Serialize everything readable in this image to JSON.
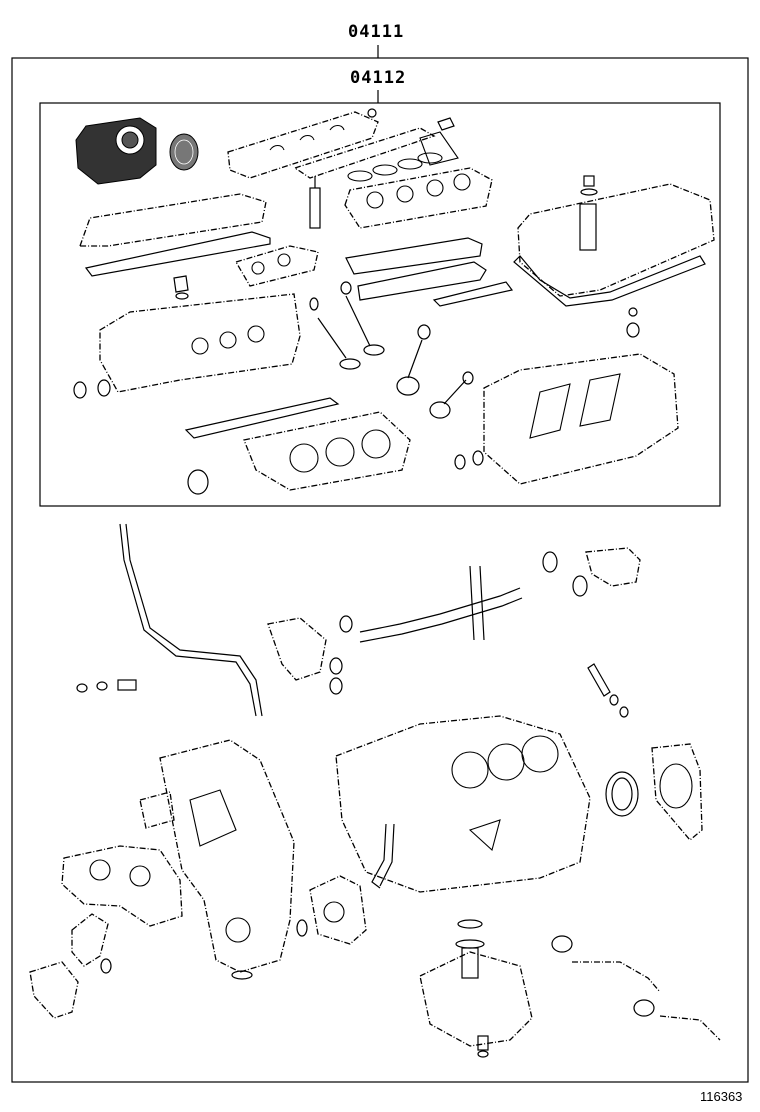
{
  "diagram": {
    "outer_part_number": "04111",
    "inner_part_number": "04112",
    "figure_number": "116363"
  }
}
